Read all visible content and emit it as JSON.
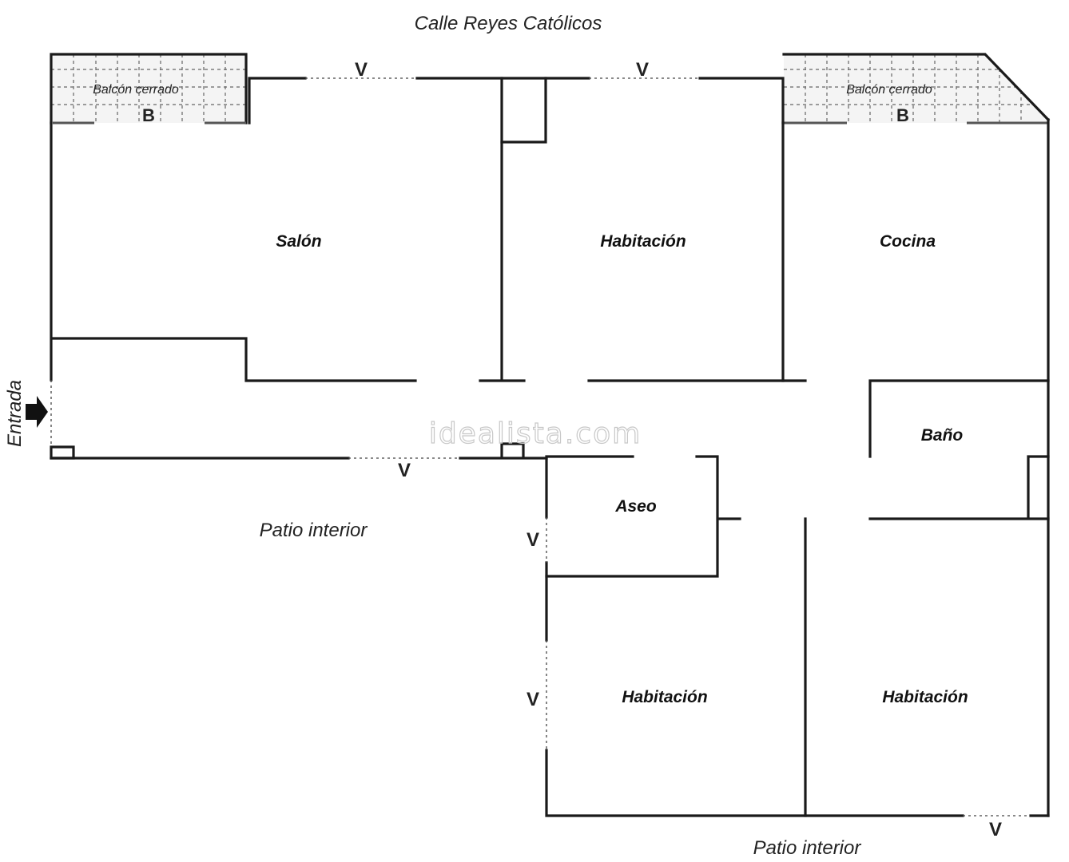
{
  "street": "Calle Reyes  Católicos",
  "patio_interior_left": "Patio interior",
  "patio_interior_bottom": "Patio interior",
  "entrance": "Entrada",
  "watermark": "idealista.com",
  "balcony_left": {
    "label": "Balcón cerrado",
    "marker": "B"
  },
  "balcony_right": {
    "label": "Balcón cerrado",
    "marker": "B"
  },
  "rooms": {
    "salon": "Salón",
    "habitacion_top": "Habitación",
    "cocina": "Cocina",
    "bano": "Baño",
    "aseo": "Aseo",
    "habitacion_bottom_left": "Habitación",
    "habitacion_bottom_right": "Habitación"
  },
  "window_marker": "V"
}
